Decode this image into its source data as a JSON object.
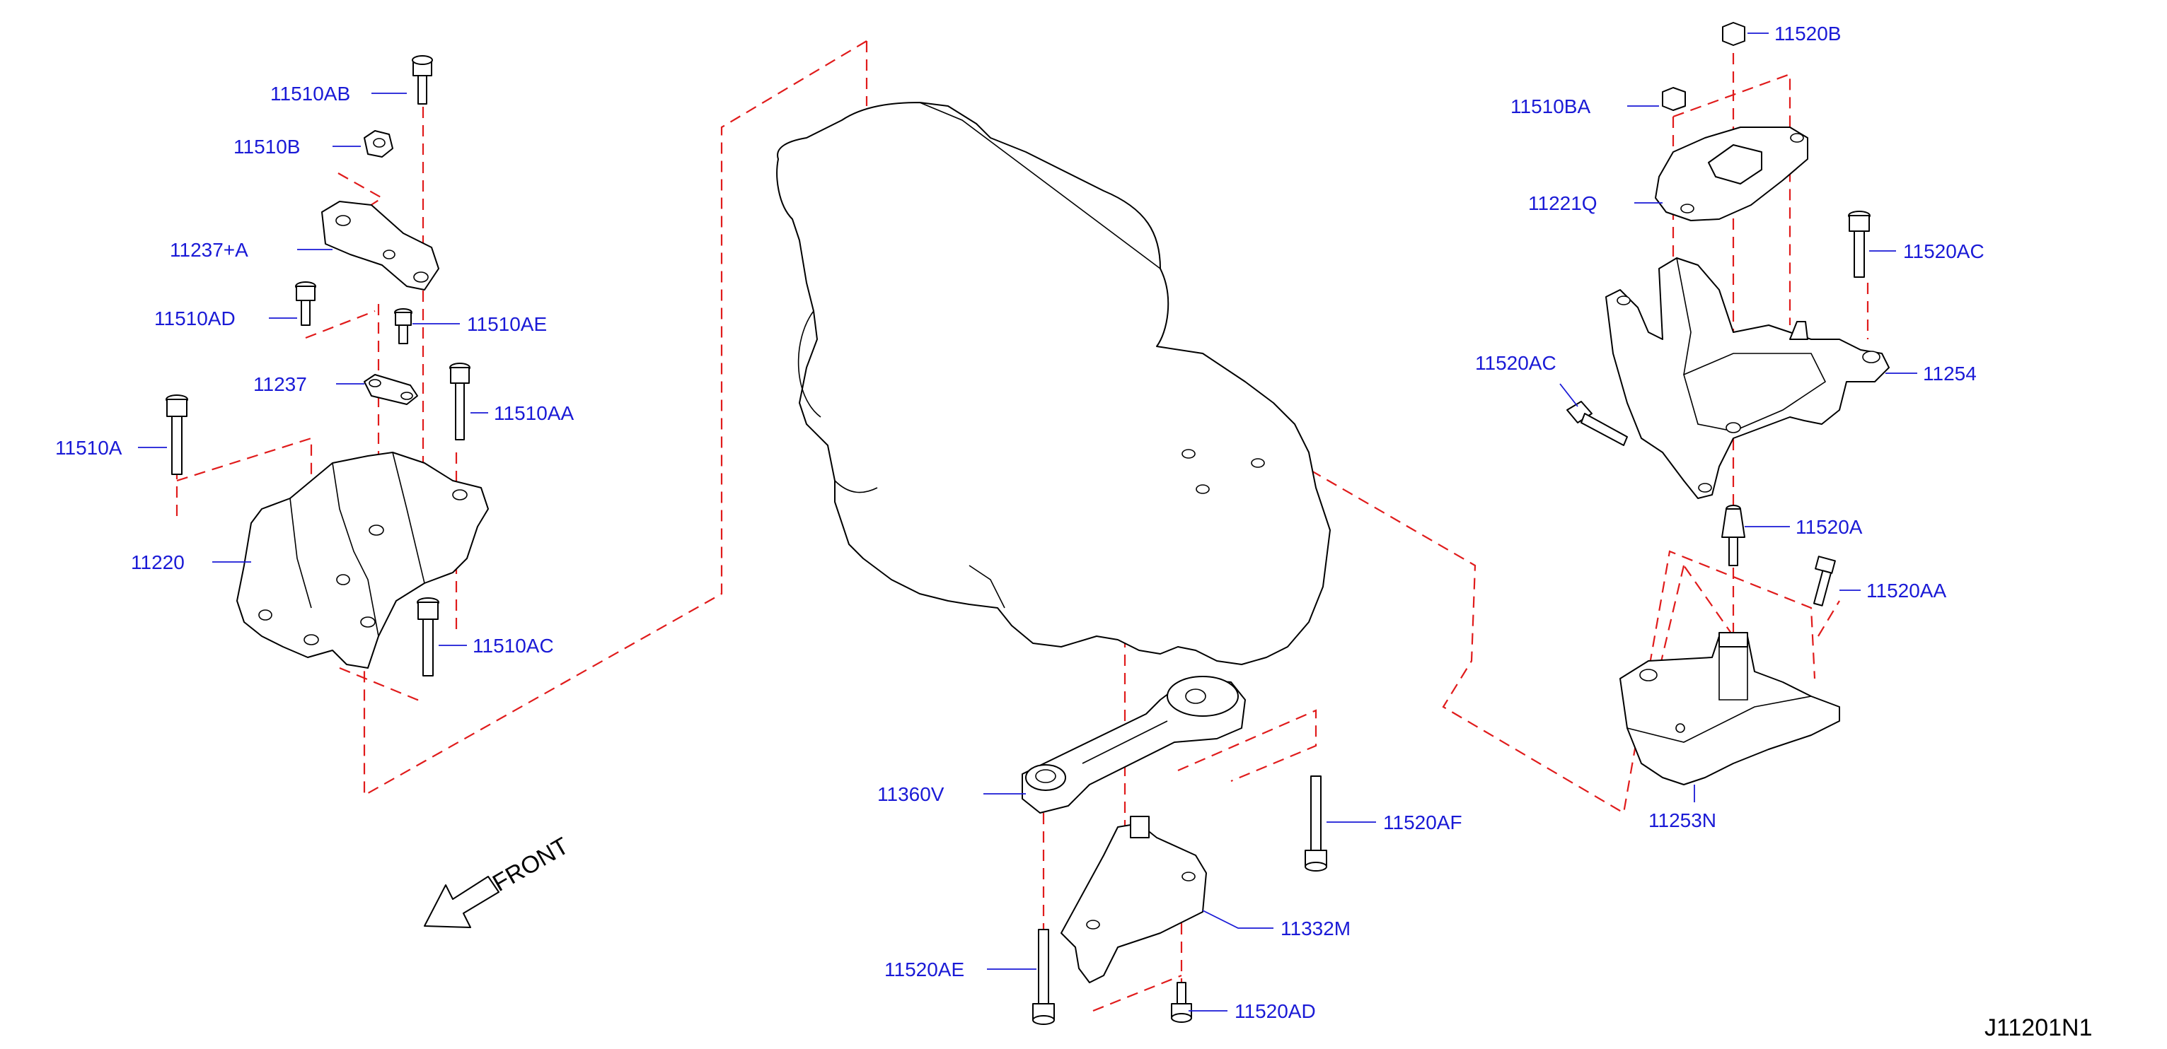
{
  "parts": {
    "p11510AB": "11510AB",
    "p11510B": "11510B",
    "p11237A": "11237+A",
    "p11510AD": "11510AD",
    "p11510AE": "11510AE",
    "p11237": "11237",
    "p11510AA": "11510AA",
    "p11510A": "11510A",
    "p11220": "11220",
    "p11510AC": "11510AC",
    "p11520B": "11520B",
    "p11510BA": "11510BA",
    "p11221Q": "11221Q",
    "p11520AC_r": "11520AC",
    "p11520AC_l": "11520AC",
    "p11254": "11254",
    "p11520A": "11520A",
    "p11520AA": "11520AA",
    "p11253N": "11253N",
    "p11360V": "11360V",
    "p11520AF": "11520AF",
    "p11332M": "11332M",
    "p11520AE": "11520AE",
    "p11520AD": "11520AD"
  },
  "front_label": "FRONT",
  "diagram_ref": "J11201N1",
  "colors": {
    "label": "#1a1ad6",
    "dashed_line": "#e01b1b",
    "line_art": "#000000"
  }
}
